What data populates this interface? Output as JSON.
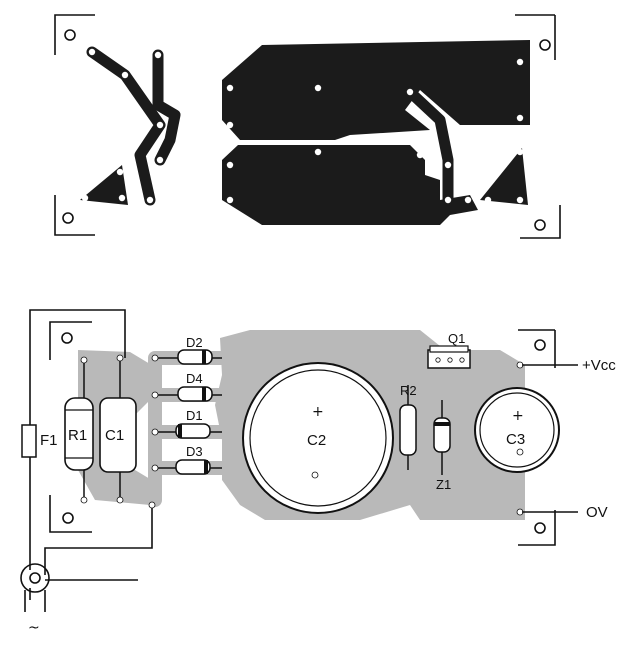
{
  "labels": {
    "d2": "D2",
    "d4": "D4",
    "d1": "D1",
    "d3": "D3",
    "r1": "R1",
    "c1": "C1",
    "f1": "F1",
    "c2": "C2",
    "c3": "C3",
    "r2": "R2",
    "z1": "Z1",
    "q1": "Q1",
    "vcc": "+Vcc",
    "ov": "OV",
    "c2_plus": "+",
    "c3_plus": "+",
    "ac": "~"
  },
  "colors": {
    "copper": "#1b1b1b",
    "copper_shadow": "#b9b9b9",
    "line": "#111111",
    "background": "#ffffff"
  }
}
